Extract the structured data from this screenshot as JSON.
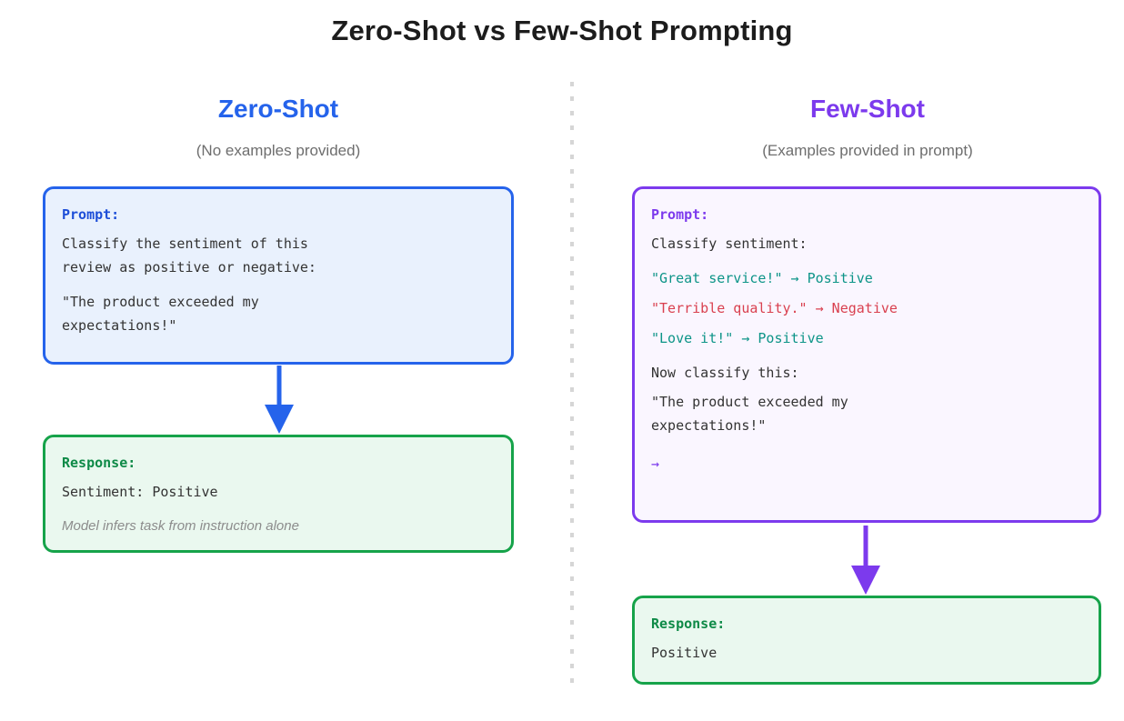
{
  "title": "Zero-Shot vs Few-Shot Prompting",
  "zero_shot": {
    "heading": "Zero-Shot",
    "subtitle": "(No examples provided)",
    "prompt_box": {
      "label": "Prompt:",
      "instruction": "Classify the sentiment of this\nreview as positive or negative:",
      "input_text": "\"The product exceeded my\nexpectations!\""
    },
    "response_box": {
      "label": "Response:",
      "output": "Sentiment: Positive",
      "note": "Model infers task from instruction alone"
    }
  },
  "few_shot": {
    "heading": "Few-Shot",
    "subtitle": "(Examples provided in prompt)",
    "prompt_box": {
      "label": "Prompt:",
      "instruction": "Classify sentiment:",
      "examples": [
        {
          "text": "\"Great service!\" → Positive",
          "sentiment": "positive"
        },
        {
          "text": "\"Terrible quality.\" → Negative",
          "sentiment": "negative"
        },
        {
          "text": "\"Love it!\" → Positive",
          "sentiment": "positive"
        }
      ],
      "task": "Now classify this:",
      "input_text": "\"The product exceeded my\nexpectations!\"",
      "cursor": "→"
    },
    "response_box": {
      "label": "Response:",
      "output": "Positive"
    }
  },
  "colors": {
    "zero_shot_accent": "#2563eb",
    "few_shot_accent": "#7c3aed",
    "response_accent": "#16a34a",
    "positive_text": "#0d9488",
    "negative_text": "#d9404f",
    "divider_gray": "#d6d6d6"
  }
}
